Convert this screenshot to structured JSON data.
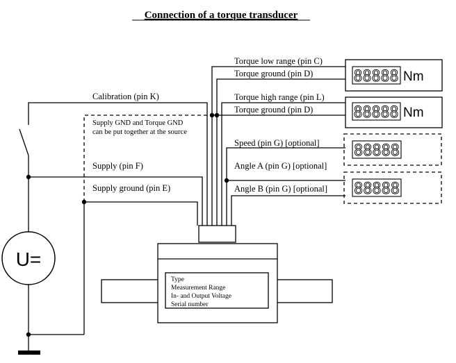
{
  "title": "Connection of a torque transducer",
  "labels": {
    "torque_low_range": "Torque low range (pin C)",
    "torque_ground_1": "Torque ground (pin D)",
    "calibration": "Calibration (pin K)",
    "torque_high_range": "Torque high range (pin L)",
    "torque_ground_2": "Torque ground (pin D)",
    "gnd_note_line1": "Supply GND and Torque GND",
    "gnd_note_line2": "can be put together at the source",
    "speed": "Speed (pin G) [optional]",
    "supply": "Supply (pin F)",
    "angle_a": "Angle A (pin G) [optional]",
    "supply_ground": "Supply ground (pin E)",
    "angle_b": "Angle B (pin G) [optional]"
  },
  "voltage_source": "U=",
  "displays": {
    "display_1": {
      "digits": "88888",
      "unit": "Nm"
    },
    "display_2": {
      "digits": "88888",
      "unit": "Nm"
    },
    "display_3": {
      "digits": "88888"
    },
    "display_4": {
      "digits": "88888"
    }
  },
  "nameplate": {
    "line1": "Type",
    "line2": "Measurement Range",
    "line3": "In- and Output Voltage",
    "line4": "Serial number"
  }
}
